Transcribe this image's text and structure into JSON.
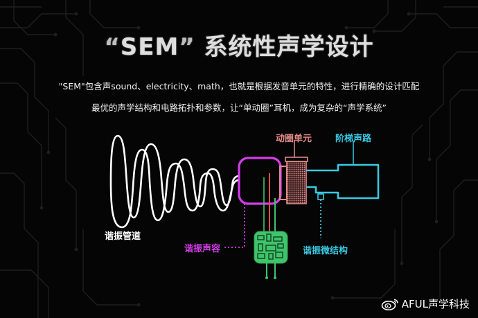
{
  "title": {
    "quote_open": "“",
    "brand": "SEM",
    "quote_close": "”",
    "rest": "系统性声学设计"
  },
  "description": {
    "line1": "\"SEM\"包含声sound、electricity、math，也就是根据发音单元的特性，进行精确的设计匹配",
    "line2": "最优的声学结构和电路拓扑和参数，让“单动圈”耳机，成为复杂的“声学系统”"
  },
  "labels": {
    "resonant_pipe": "谐振管道",
    "dynamic_driver": "动圈单元",
    "ladder_path": "阶梯声路",
    "resonant_capacitor": "谐振声容",
    "resonant_microstructure": "谐振微结构"
  },
  "watermark": {
    "icon": "weibo-icon",
    "text": "AFUL声学科技"
  },
  "colors": {
    "pipe": "#ffffff",
    "capacitor": "#d43de8",
    "driver": "#e18b89",
    "ladder": "#39c9e2",
    "circuit": "#3fc46a",
    "background": "#050505"
  }
}
